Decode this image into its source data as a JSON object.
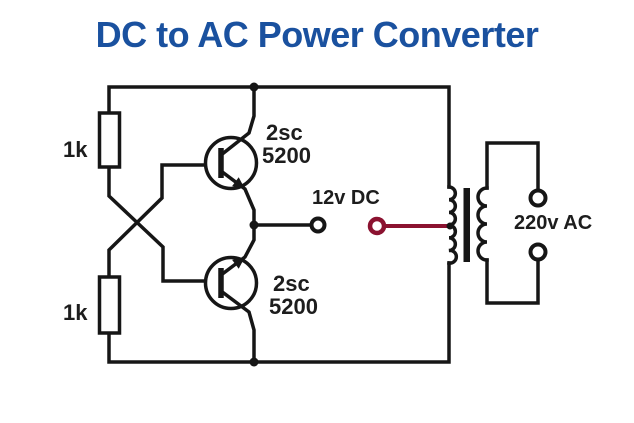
{
  "title": {
    "text": "DC to AC Power Converter"
  },
  "colors": {
    "background": "#ffffff",
    "wire": "#161616",
    "label_ink": "#1d1d1d",
    "title_blue": "#1a519f",
    "accent_red": "#8b1230"
  },
  "components": {
    "resistor_top": {
      "label": "1k"
    },
    "resistor_bottom": {
      "label": "1k"
    },
    "transistor_top": {
      "part": "2sc",
      "part_number": "5200"
    },
    "transistor_bottom": {
      "part": "2sc",
      "part_number": "5200"
    },
    "dc_input": {
      "label": "12v DC"
    },
    "ac_output": {
      "label": "220v AC"
    }
  }
}
